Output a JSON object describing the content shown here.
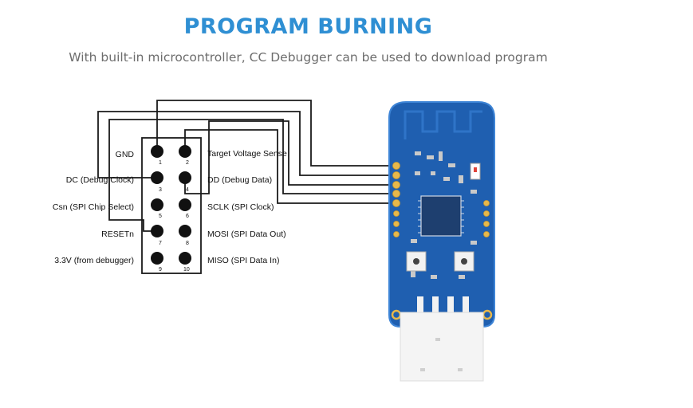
{
  "header": {
    "title": "PROGRAM BURNING",
    "subtitle": "With built-in microcontroller, CC Debugger can be used to download program"
  },
  "connector": {
    "left_labels": [
      "GND",
      "DC (Debug Clock)",
      "Csn (SPI Chip Select)",
      "RESETn",
      "3.3V (from debugger)"
    ],
    "right_labels": [
      "Target Voltage Sense",
      "DD (Debug Data)",
      "SCLK (SPI Clock)",
      "MOSI (SPI Data Out)",
      "MISO (SPI Data In)"
    ],
    "pin_numbers": [
      "1",
      "2",
      "3",
      "4",
      "5",
      "6",
      "7",
      "8",
      "9",
      "10"
    ]
  },
  "colors": {
    "title": "#2f8fd3",
    "pcb": "#1f5fb0",
    "pcb_border": "#3d84d6",
    "wire": "#1a1a1a"
  }
}
